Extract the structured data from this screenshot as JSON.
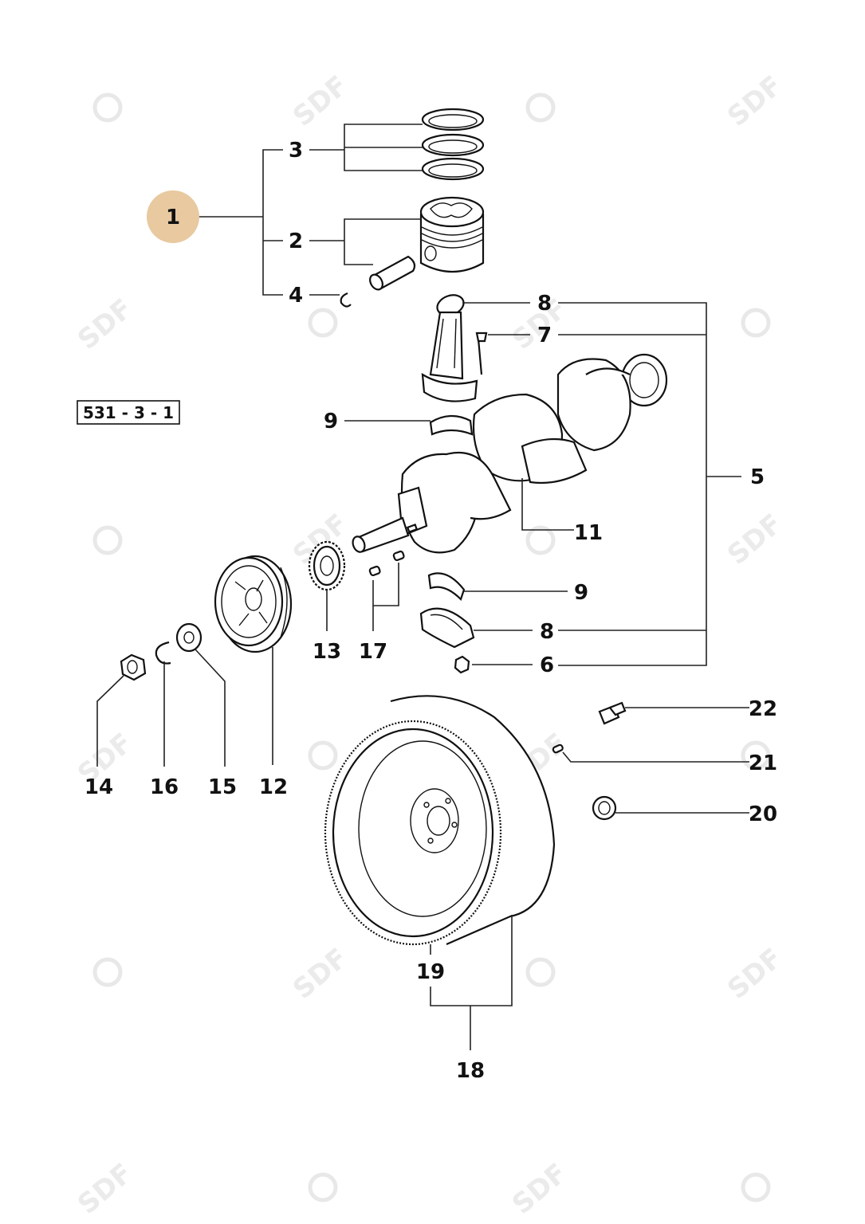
{
  "diagram": {
    "reference_code": "531 - 3 - 1",
    "watermark_text": "SDF",
    "highlight_color": "#e8c9a0",
    "callouts": {
      "c1": "1",
      "c2": "2",
      "c3": "3",
      "c4": "4",
      "c5": "5",
      "c6": "6",
      "c7": "7",
      "c8a": "8",
      "c8b": "8",
      "c9a": "9",
      "c9b": "9",
      "c11": "11",
      "c12": "12",
      "c13": "13",
      "c14": "14",
      "c15": "15",
      "c16": "16",
      "c17": "17",
      "c18": "18",
      "c19": "19",
      "c20": "20",
      "c21": "21",
      "c22": "22"
    },
    "selected_callout": "1"
  }
}
